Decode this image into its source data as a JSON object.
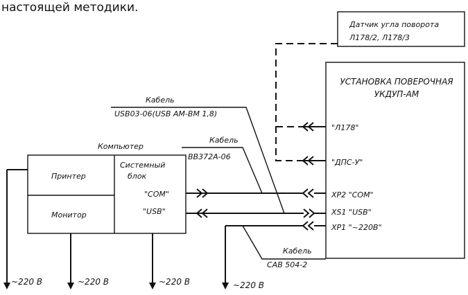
{
  "heading": "настоящей методики.",
  "sensor": {
    "line1": "Датчик угла поворота",
    "line2": "Л178/2, Л178/3"
  },
  "unit": {
    "title1": "УСТАНОВКА ПОВЕРОЧНАЯ",
    "title2": "УКДУП-АМ",
    "port_l178": "\"Л178\"",
    "port_dps": "\"ДПС-У\"",
    "port_xp2": "ХР2 \"СОМ\"",
    "port_xs1": "XS1 \"USB\"",
    "port_xp1": "ХР1 \"~220В\""
  },
  "cable1": {
    "label": "Кабель",
    "name": "USB03-06(USB AM-BM 1,8)"
  },
  "cable2": {
    "label": "Кабель",
    "name": "ВВ372А-06"
  },
  "cable3": {
    "label": "Кабель",
    "name": "САВ 504-2"
  },
  "computer": {
    "label": "Компьютер",
    "printer": "Принтер",
    "monitor": "Монитор",
    "sysblock1": "Системный",
    "sysblock2": "блок",
    "com": "\"СОМ\"",
    "usb": "\"USB\""
  },
  "power": {
    "v1": "~220 В",
    "v2": "~220 В",
    "v3": "~220 В",
    "v4": "~220 В"
  }
}
